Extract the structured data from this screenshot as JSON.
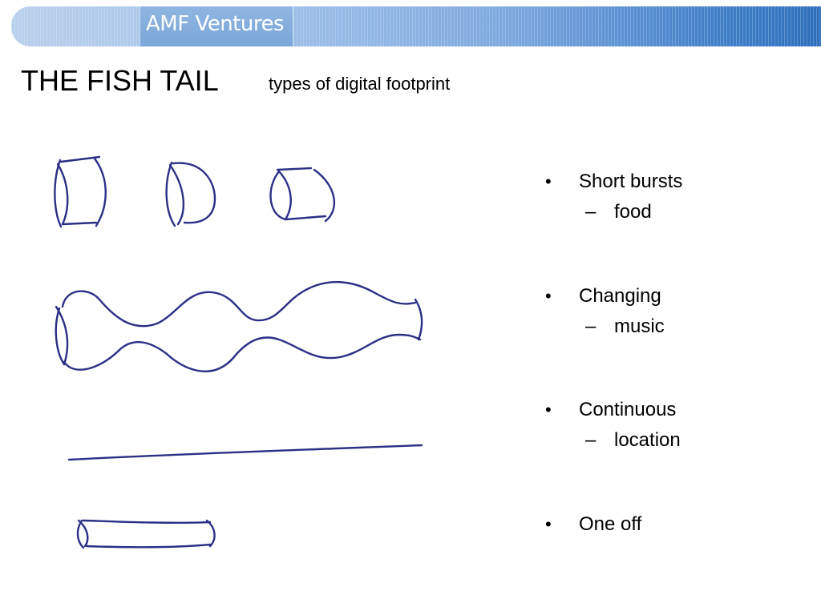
{
  "header": {
    "brand": "AMF Ventures"
  },
  "slide": {
    "title": "THE FISH TAIL",
    "subtitle": "types of digital footprint"
  },
  "bullets": [
    {
      "label": "Short bursts",
      "sub": "food"
    },
    {
      "label": "Changing",
      "sub": "music"
    },
    {
      "label": "Continuous",
      "sub": "location"
    },
    {
      "label": "One off",
      "sub": ""
    }
  ],
  "symbols": {
    "bullet": "•",
    "dash": "–"
  },
  "colors": {
    "sketch_ink": "#2b2f86",
    "header_light": "#b9d0ec",
    "header_dark": "#2d6fbc"
  },
  "icons": [
    "short-bursts-sketch",
    "changing-wave-sketch",
    "continuous-line-sketch",
    "one-off-cylinder-sketch"
  ]
}
